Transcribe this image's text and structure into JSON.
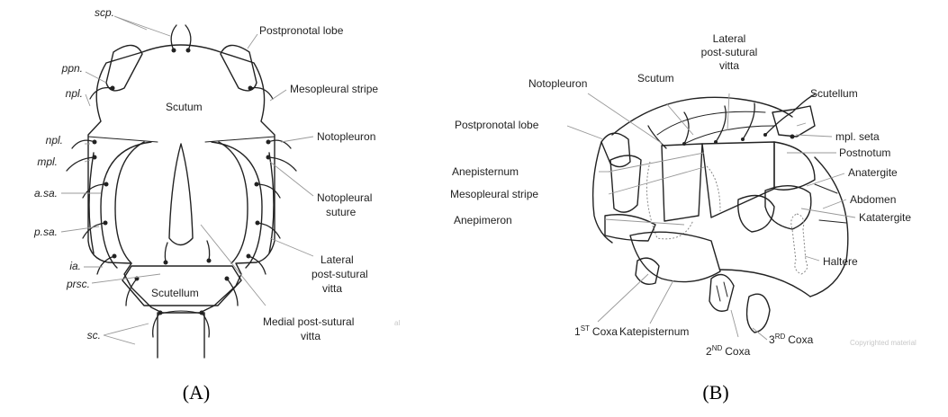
{
  "panel_a": {
    "caption": "(A)",
    "watermark": "al",
    "labels": {
      "scp": "scp.",
      "ppn": "ppn.",
      "npl_upper": "npl.",
      "npl_lower": "npl.",
      "mpl": "mpl.",
      "asa": "a.sa.",
      "psa": "p.sa.",
      "ia": "ia.",
      "prsc": "prsc.",
      "sc": "sc.",
      "scutum": "Scutum",
      "scutellum": "Scutellum",
      "postpronotal_lobe": "Postpronotal lobe",
      "mesopleural_stripe": "Mesopleural stripe",
      "notopleuron": "Notopleuron",
      "notopleural_suture_1": "Notopleural",
      "notopleural_suture_2": "suture",
      "lateral_vitta_1": "Lateral",
      "lateral_vitta_2": "post-sutural",
      "lateral_vitta_3": "vitta",
      "medial_vitta_1": "Medial post-sutural",
      "medial_vitta_2": "vitta"
    }
  },
  "panel_b": {
    "caption": "(B)",
    "watermark": "Copyrighted material",
    "labels": {
      "lateral_vitta_1": "Lateral",
      "lateral_vitta_2": "post-sutural",
      "lateral_vitta_3": "vitta",
      "notopleuron": "Notopleuron",
      "scutum": "Scutum",
      "scutellum": "Scutellum",
      "postpronotal_lobe": "Postpronotal lobe",
      "mpl_seta": "mpl. seta",
      "postnotum": "Postnotum",
      "anepisternum": "Anepisternum",
      "anatergite": "Anatergite",
      "mesopleural_stripe": "Mesopleural stripe",
      "abdomen": "Abdomen",
      "anepimeron": "Anepimeron",
      "katatergite": "Katatergite",
      "haltere": "Haltere",
      "coxa1_num": "1",
      "coxa1_sup": "ST",
      "coxa1_word": "Coxa",
      "katepisternum": "Katepisternum",
      "coxa3_num": "3",
      "coxa3_sup": "RD",
      "coxa3_word": "Coxa",
      "coxa2_num": "2",
      "coxa2_sup": "ND",
      "coxa2_word": "Coxa"
    }
  }
}
